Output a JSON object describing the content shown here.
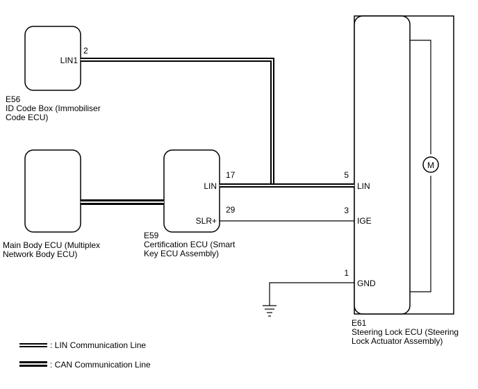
{
  "components": {
    "id_code_box": {
      "code": "E56",
      "name_line1": "ID Code Box (Immobiliser",
      "name_line2": "Code ECU)",
      "pin_label": "LIN1",
      "pin_number": "2"
    },
    "main_body": {
      "name_line1": "Main Body ECU (Multiplex",
      "name_line2": "Network Body ECU)"
    },
    "certification": {
      "code": "E59",
      "name_line1": "Certification ECU (Smart",
      "name_line2": "Key ECU Assembly)",
      "pin_lin_label": "LIN",
      "pin_lin_number": "17",
      "pin_slr_label": "SLR+",
      "pin_slr_number": "29"
    },
    "steering_lock": {
      "code": "E61",
      "name_line1": "Steering Lock ECU (Steering",
      "name_line2": "Lock Actuator Assembly)",
      "pin_lin_label": "LIN",
      "pin_lin_number": "5",
      "pin_ige_label": "IGE",
      "pin_ige_number": "3",
      "pin_gnd_label": "GND",
      "pin_gnd_number": "1",
      "motor_label": "M"
    }
  },
  "legend": {
    "lin": "LIN Communication Line",
    "can": "CAN Communication Line"
  }
}
